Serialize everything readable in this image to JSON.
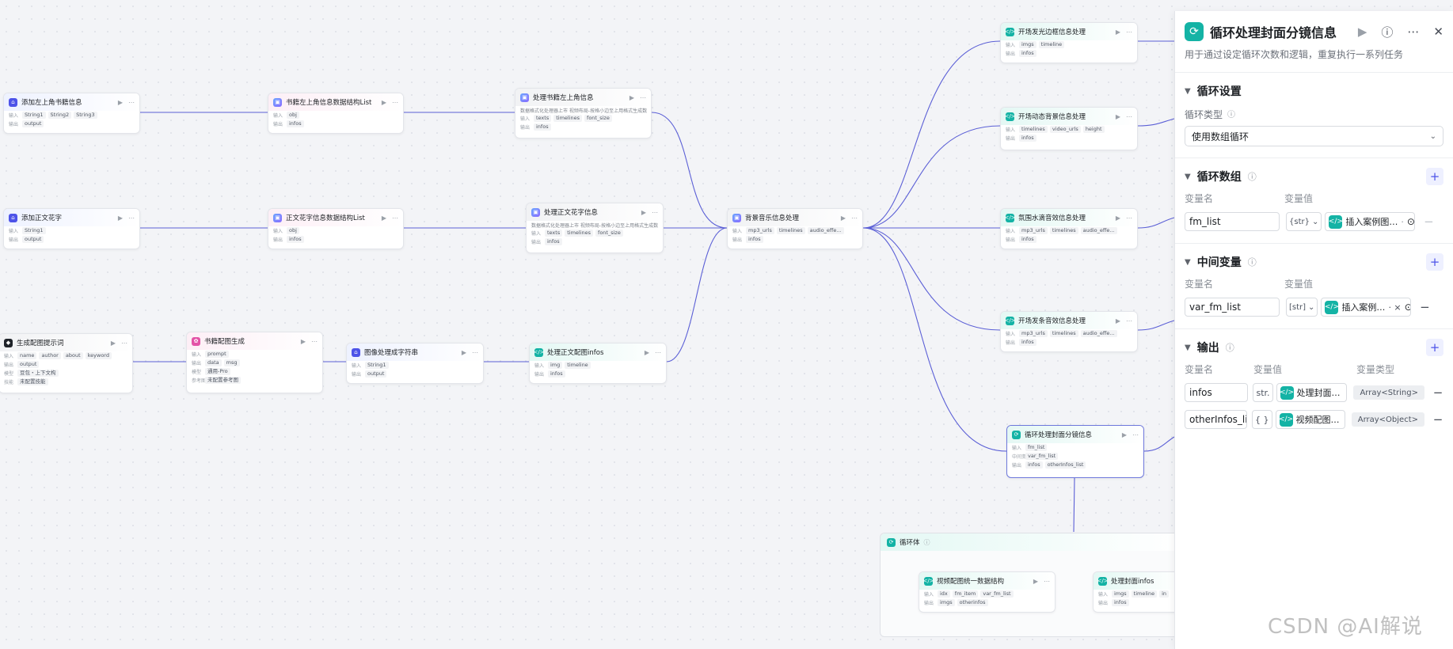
{
  "canvas": {
    "nodes": [
      {
        "id": "n1",
        "title": "添加左上角书籍信息",
        "icon": "plugin-icon",
        "rows": [
          {
            "label": "输入",
            "tags": [
              "String1",
              "String2",
              "String3"
            ]
          },
          {
            "label": "输出",
            "tags": [
              "output"
            ]
          }
        ]
      },
      {
        "id": "n2",
        "title": "书籍左上角信息数据结构List",
        "icon": "code-image-icon",
        "rows": [
          {
            "label": "输入",
            "tags": [
              "obj"
            ]
          },
          {
            "label": "输出",
            "tags": [
              "infos"
            ]
          }
        ]
      },
      {
        "id": "n3",
        "title": "处理书籍左上角信息",
        "icon": "code-image-icon",
        "desc": "数据格式化处理器上市 视频布局-按格小边至上用格式生成数",
        "rows": [
          {
            "label": "输入",
            "tags": [
              "texts",
              "timelines",
              "font_size"
            ]
          },
          {
            "label": "输出",
            "tags": [
              "infos"
            ]
          }
        ]
      },
      {
        "id": "n4",
        "title": "添加正文花字",
        "icon": "plugin-icon",
        "rows": [
          {
            "label": "输入",
            "tags": [
              "String1"
            ]
          },
          {
            "label": "输出",
            "tags": [
              "output"
            ]
          }
        ]
      },
      {
        "id": "n5",
        "title": "正文花字信息数据结构List",
        "icon": "code-image-icon",
        "rows": [
          {
            "label": "输入",
            "tags": [
              "obj"
            ]
          },
          {
            "label": "输出",
            "tags": [
              "infos"
            ]
          }
        ]
      },
      {
        "id": "n6",
        "title": "处理正文花字信息",
        "icon": "code-image-icon",
        "desc": "数据格式化处理器上市 视频布局-按格小边至上用格式生成数",
        "rows": [
          {
            "label": "输入",
            "tags": [
              "texts",
              "timelines",
              "font_size"
            ]
          },
          {
            "label": "输出",
            "tags": [
              "infos"
            ]
          }
        ]
      },
      {
        "id": "n7",
        "title": "生成配图提示词",
        "icon": "model-icon",
        "rows": [
          {
            "label": "输入",
            "tags": [
              "name",
              "author",
              "about",
              "keyword"
            ]
          },
          {
            "label": "输出",
            "tags": [
              "output"
            ]
          },
          {
            "label": "模型",
            "tags": [
              "豆包・上下文构"
            ]
          },
          {
            "label": "技能",
            "tags": [
              "未配置技能"
            ]
          }
        ]
      },
      {
        "id": "n8",
        "title": "书籍配图生成",
        "icon": "image-gen-icon",
        "rows": [
          {
            "label": "输入",
            "tags": [
              "prompt"
            ]
          },
          {
            "label": "输出",
            "tags": [
              "data",
              "msg"
            ]
          },
          {
            "label": "模型",
            "tags": [
              "通用-Pro"
            ]
          },
          {
            "label": "参考图",
            "tags": [
              "未配置参考图"
            ]
          }
        ]
      },
      {
        "id": "n9",
        "title": "图像处理成字符串",
        "icon": "plugin-icon",
        "rows": [
          {
            "label": "输入",
            "tags": [
              "String1"
            ]
          },
          {
            "label": "输出",
            "tags": [
              "output"
            ]
          }
        ]
      },
      {
        "id": "n10",
        "title": "处理正文配图infos",
        "icon": "code-icon",
        "rows": [
          {
            "label": "输入",
            "tags": [
              "img",
              "timeline"
            ]
          },
          {
            "label": "输出",
            "tags": [
              "infos"
            ]
          }
        ]
      },
      {
        "id": "n11",
        "title": "背景音乐信息处理",
        "icon": "code-image-icon",
        "rows": [
          {
            "label": "输入",
            "tags": [
              "mp3_urls",
              "timelines",
              "audio_effe..."
            ]
          },
          {
            "label": "输出",
            "tags": [
              "infos"
            ]
          }
        ]
      },
      {
        "id": "n12",
        "title": "开场发光边框信息处理",
        "icon": "code-icon",
        "rows": [
          {
            "label": "输入",
            "tags": [
              "imgs",
              "timeline"
            ]
          },
          {
            "label": "输出",
            "tags": [
              "infos"
            ]
          }
        ]
      },
      {
        "id": "n13",
        "title": "开场动态背景信息处理",
        "icon": "code-icon",
        "rows": [
          {
            "label": "输入",
            "tags": [
              "timelines",
              "video_urls",
              "height"
            ]
          },
          {
            "label": "输出",
            "tags": [
              "infos"
            ]
          }
        ]
      },
      {
        "id": "n14",
        "title": "氛围水滴音效信息处理",
        "icon": "code-icon",
        "rows": [
          {
            "label": "输入",
            "tags": [
              "mp3_urls",
              "timelines",
              "audio_effe..."
            ]
          },
          {
            "label": "输出",
            "tags": [
              "infos"
            ]
          }
        ]
      },
      {
        "id": "n15",
        "title": "开场发条音效信息处理",
        "icon": "code-icon",
        "rows": [
          {
            "label": "输入",
            "tags": [
              "mp3_urls",
              "timelines",
              "audio_effe..."
            ]
          },
          {
            "label": "输出",
            "tags": [
              "infos"
            ]
          }
        ]
      },
      {
        "id": "n16",
        "title": "循环处理封面分镜信息",
        "icon": "loop-icon",
        "rows": [
          {
            "label": "输入",
            "tags": [
              "fm_list"
            ]
          },
          {
            "label": "中间变量",
            "tags": [
              "var_fm_list"
            ]
          },
          {
            "label": "输出",
            "tags": [
              "infos",
              "otherInfos_list"
            ]
          }
        ]
      },
      {
        "id": "n17",
        "title": "视频配图统一数据结构",
        "icon": "code-icon",
        "rows": [
          {
            "label": "输入",
            "tags": [
              "idx",
              "fm_item",
              "var_fm_list"
            ]
          },
          {
            "label": "输出",
            "tags": [
              "imgs",
              "otherinfos"
            ]
          }
        ]
      },
      {
        "id": "n18",
        "title": "处理封面infos",
        "icon": "code-icon",
        "rows": [
          {
            "label": "输入",
            "tags": [
              "imgs",
              "timeline",
              "in"
            ]
          },
          {
            "label": "输出",
            "tags": [
              "infos"
            ]
          }
        ]
      }
    ],
    "loop_body_title": "循环体"
  },
  "panel": {
    "title": "循环处理封面分镜信息",
    "description": "用于通过设定循环次数和逻辑，重复执行一系列任务",
    "loop_settings": {
      "section_title": "循环设置",
      "type_label": "循环类型",
      "type_value": "使用数组循环"
    },
    "loop_array": {
      "section_title": "循环数组",
      "col_name": "变量名",
      "col_value": "变量值",
      "rows": [
        {
          "name": "fm_list",
          "type": "{str}",
          "ref": "插入案例图…",
          "ref_tail": "·"
        }
      ]
    },
    "middle_vars": {
      "section_title": "中间变量",
      "col_name": "变量名",
      "col_value": "变量值",
      "rows": [
        {
          "name": "var_fm_list",
          "type": "[str]",
          "ref": "插入案例…",
          "ref_tail": "· ×"
        }
      ]
    },
    "output": {
      "section_title": "输出",
      "col_name": "变量名",
      "col_value": "变量值",
      "col_type": "变量类型",
      "rows": [
        {
          "name": "infos",
          "type": "str.",
          "ref": "处理封面…",
          "vtype": "Array<String>"
        },
        {
          "name": "otherInfos_lis",
          "type": "{ }",
          "ref": "视频配图…",
          "vtype": "Array<Object>"
        }
      ]
    }
  },
  "watermark": "CSDN @AI解说",
  "colors": {
    "accent": "#4d53e8",
    "teal": "#14b3a5",
    "edge": "#5b5fd6"
  }
}
